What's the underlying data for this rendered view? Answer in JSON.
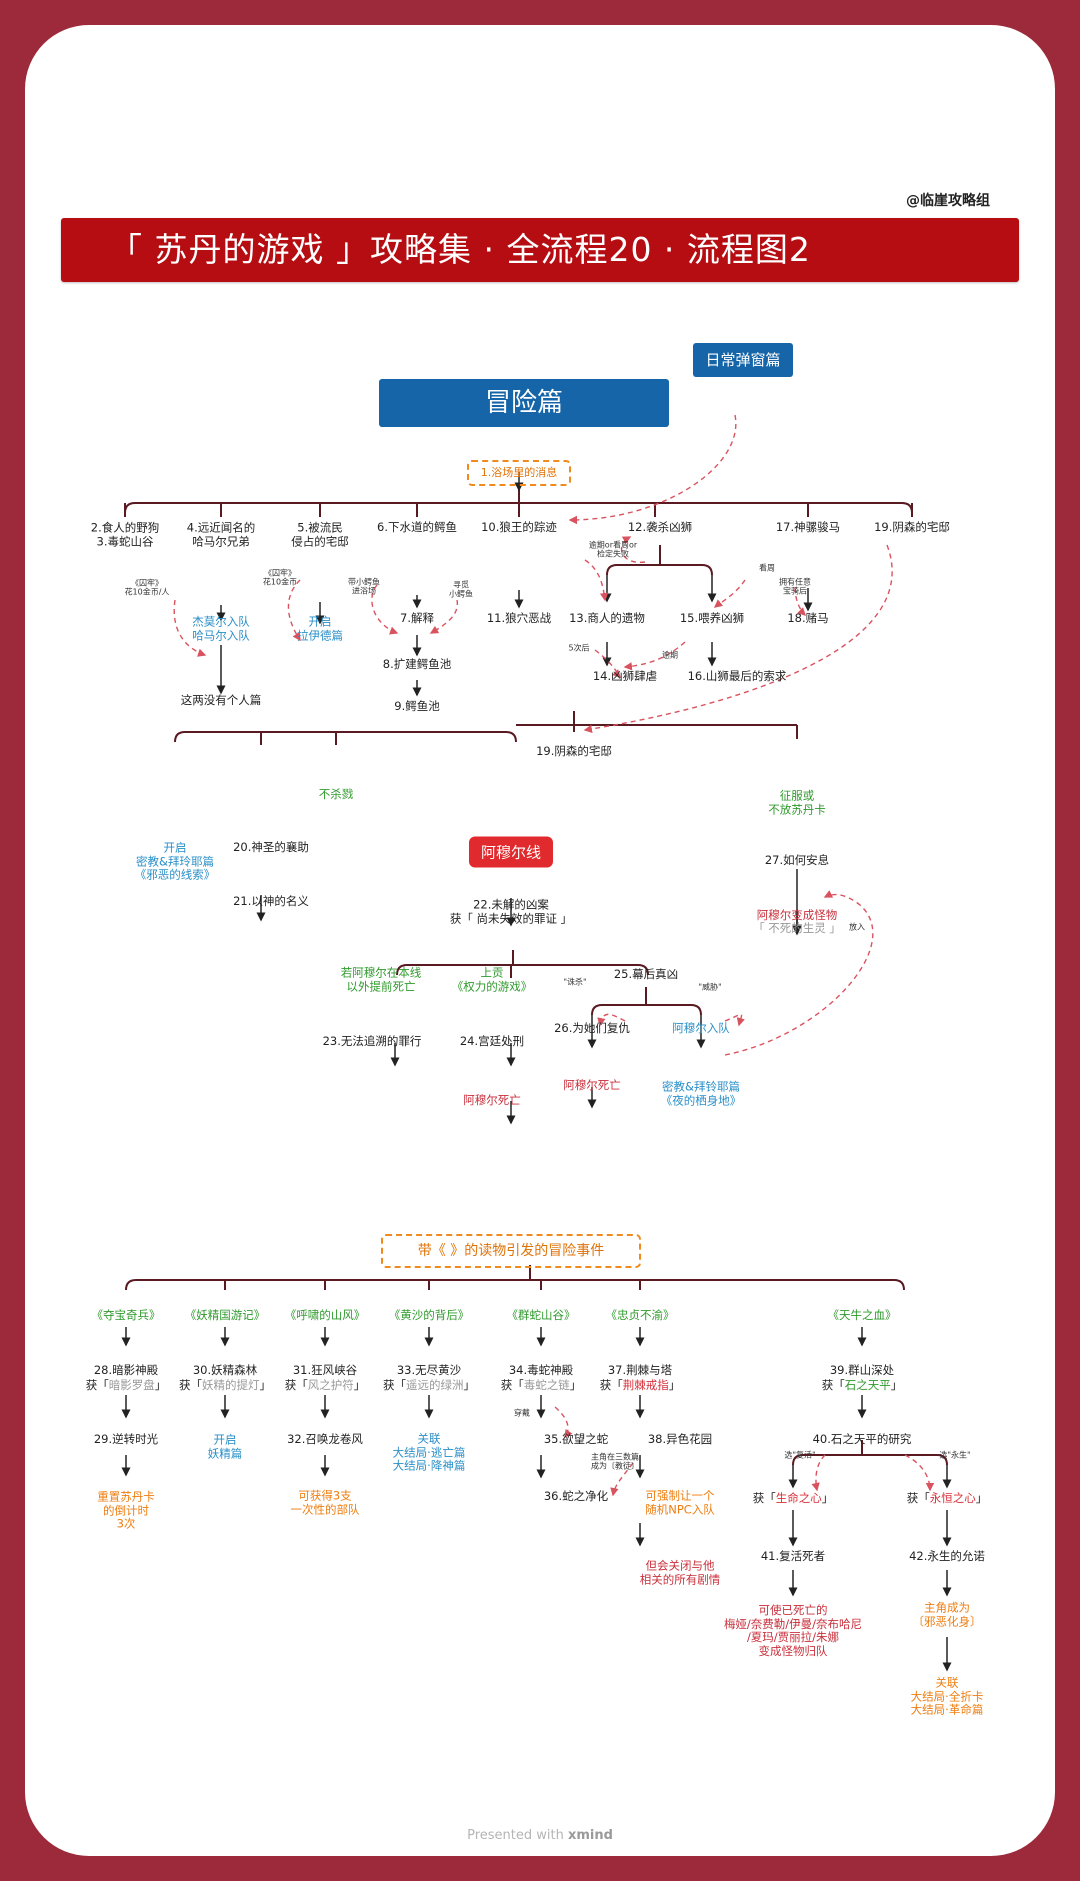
{
  "header": {
    "author": "@临崖攻略组",
    "title": "「 苏丹的游戏 」攻略集 · 全流程20 · 流程图2"
  },
  "footer": {
    "prefix": "Presented with ",
    "brand": "xmind"
  },
  "adventure": {
    "root": "冒险篇",
    "popup": "日常弹窗篇",
    "n1": "1.浴场里的消息",
    "n2": "2.食人的野狗\n3.毒蛇山谷",
    "n4": "4.远近闻名的\n哈马尔兄弟",
    "n5": "5.被流民\n侵占的宅邸",
    "n6": "6.下水道的鳄鱼",
    "n10": "10.狼王的踪迹",
    "n12": "12.袭杀凶狮",
    "n17": "17.神骡骏马",
    "n19a": "19.阴森的宅邸",
    "n4a": "杰莫尔入队\n哈马尔入队",
    "n4note": "《囚牢》\n花10金币/人",
    "n5note": "《囚牢》\n花10金币",
    "n5a": "开启\n拉伊德篇",
    "n4b": "这两没有个人篇",
    "n6note1": "带小鳄鱼\n进浴场",
    "n6note2": "寻觅\n小鳄鱼",
    "n7": "7.解释",
    "n8": "8.扩建鳄鱼池",
    "n9": "9.鳄鱼池",
    "n11": "11.狼穴恶战",
    "n12note1": "逾期or看周or\n检定失败",
    "n12note2": "看周",
    "n13": "13.商人的遗物",
    "n15": "15.喂养凶狮",
    "n13note": "5次后",
    "n15note": "逾期",
    "n14": "14.凶狮肆虐",
    "n16": "16.山狮最后的索求",
    "n17note": "拥有任意\n宝骑后",
    "n18": "18.赌马",
    "n19b": "19.阴森的宅邸",
    "nokill": "不杀戮",
    "conquer": "征服或\n不放苏丹卡",
    "open1": "开启\n密教&拜玲耶篇\n《邪恶的线索》",
    "n20": "20.神圣的襄助",
    "n21": "21.以神的名义",
    "amour": "阿穆尔线",
    "n22": "22.未解的凶案\n获「 尚未失效的罪证 」",
    "n27": "27.如何安息",
    "n27a": "阿穆尔变成怪物",
    "n27b": "「 不死的生灵 」",
    "putin": "放入",
    "dead_early": "若阿穆尔在本线\n以外提前死亡",
    "tribute": "上贡\n《权力的游戏》",
    "n25": "25.幕后真凶",
    "kill_note": "\"诛杀\"",
    "threat_note": "\"威胁\"",
    "n23": "23.无法追溯的罪行",
    "n24": "24.宫廷处刑",
    "n26": "26.为她们复仇",
    "joins": "阿穆尔入队",
    "death1": "阿穆尔死亡",
    "death2": "阿穆尔死亡",
    "sect": "密教&拜铃耶篇\n《夜的栖身地》"
  },
  "books": {
    "root": "带《 》的读物引发的冒险事件",
    "c1": "《夺宝奇兵》",
    "c2": "《妖精国游记》",
    "c3": "《呼啸的山风》",
    "c4": "《黄沙的背后》",
    "c5": "《群蛇山谷》",
    "c6": "《忠贞不渝》",
    "c7": "《天牛之血》",
    "n28": "28.暗影神殿",
    "n28b_pre": "获「",
    "n28b": "暗影罗盘",
    "n28b_post": "」",
    "n29": "29.逆转时光",
    "n29a": "重置苏丹卡\n的倒计时\n3次",
    "n30": "30.妖精森林",
    "n30b_pre": "获「",
    "n30b": "妖精的提灯",
    "n30b_post": "」",
    "n30a": "开启\n妖精篇",
    "n31": "31.狂风峡谷",
    "n31b_pre": "获「",
    "n31b": "风之护符",
    "n31b_post": "」",
    "n32": "32.召唤龙卷风",
    "n32a": "可获得3支\n一次性的部队",
    "n33": "33.无尽黄沙",
    "n33b_pre": "获「",
    "n33b": "遥远的绿洲",
    "n33b_post": "」",
    "n33a": "关联\n大结局·逃亡篇\n大结局·降神篇",
    "n34": "34.毒蛇神殿",
    "n34b_pre": "获「",
    "n34b": "毒蛇之链",
    "n34b_post": "」",
    "wear": "穿戴",
    "n35": "35.欲望之蛇",
    "n35note": "主角在三数篇\n成为〔教徒〕",
    "n36": "36.蛇之净化",
    "n37": "37.荆棘与塔",
    "n37b_pre": "获「",
    "n37b": "荆棘戒指",
    "n37b_post": "」",
    "n38": "38.异色花园",
    "n38a": "可强制让一个\n随机NPC入队",
    "n38b": "但会关闭与他\n相关的所有剧情",
    "n39": "39.群山深处",
    "n39b_pre": "获「",
    "n39b": "石之天平",
    "n39b_post": "」",
    "n40": "40.石之天平的研究",
    "life_note": "选\"复活\"",
    "eternal_note": "选\"永生\"",
    "life_pre": "获「",
    "life": "生命之心",
    "life_post": "」",
    "eternal_pre": "获「",
    "eternal": "永恒之心",
    "eternal_post": "」",
    "n41": "41.复活死者",
    "n42": "42.永生的允诺",
    "n41a": "可使已死亡的\n梅娅/奈费勒/伊曼/奈布哈尼\n/夏玛/贾丽拉/朱娜\n变成怪物归队",
    "n42a": "主角成为\n〔邪恶化身〕",
    "n42b": "关联\n大结局·全折卡\n大结局·革命篇"
  }
}
